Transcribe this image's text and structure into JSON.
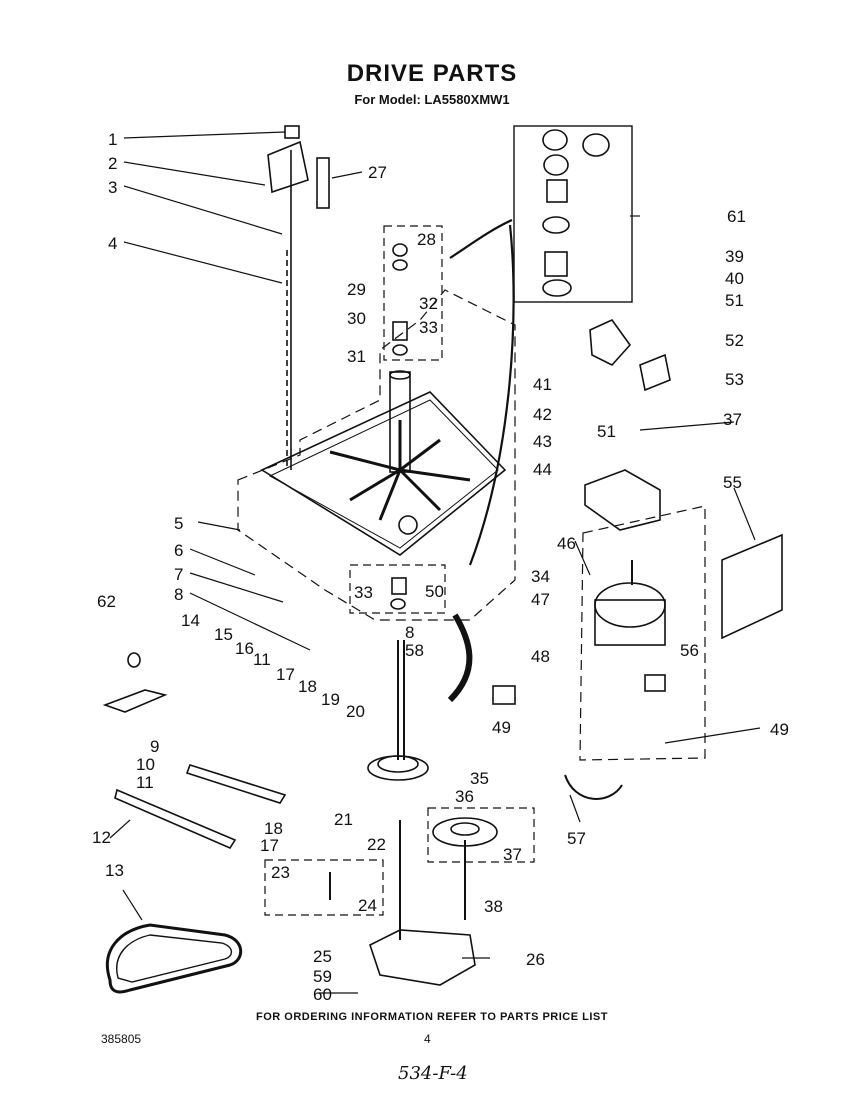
{
  "header": {
    "title": "DRIVE PARTS",
    "model_prefix": "For Model:",
    "model_number": "LA5580XMW1"
  },
  "callouts": [
    "1",
    "2",
    "3",
    "4",
    "5",
    "6",
    "7",
    "8",
    "8",
    "9",
    "10",
    "11",
    "11",
    "12",
    "13",
    "14",
    "15",
    "16",
    "17",
    "17",
    "18",
    "18",
    "19",
    "20",
    "21",
    "22",
    "23",
    "24",
    "25",
    "26",
    "27",
    "28",
    "29",
    "30",
    "31",
    "32",
    "33",
    "33",
    "34",
    "35",
    "36",
    "37",
    "37",
    "38",
    "39",
    "40",
    "41",
    "42",
    "43",
    "44",
    "46",
    "47",
    "48",
    "49",
    "49",
    "50",
    "51",
    "51",
    "52",
    "53",
    "55",
    "56",
    "57",
    "58",
    "59",
    "60",
    "61",
    "62"
  ],
  "footer": {
    "ordering_note": "FOR ORDERING INFORMATION REFER TO PARTS PRICE LIST",
    "doc_number": "385805",
    "page_number": "4",
    "handwritten_note": "534-F-4"
  }
}
